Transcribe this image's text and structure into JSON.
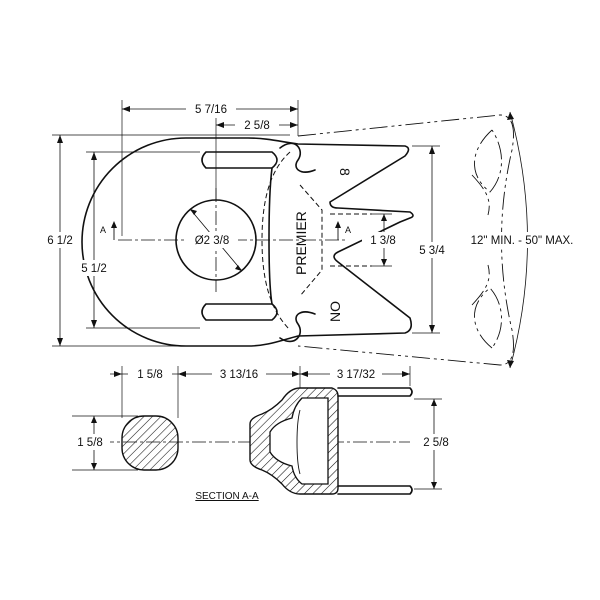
{
  "drawing": {
    "section_title": "SECTION A-A",
    "top_view": {
      "dim_overall_length": "5 7/16",
      "dim_fork_to_center": "2 5/8",
      "dim_overall_height": "6 1/2",
      "dim_inner_height": "5 1/2",
      "dim_bore": "Ø2 3/8",
      "dim_slot_gap": "1 3/8",
      "dim_fork_span": "5 3/4",
      "note_length_range": "12\" MIN. - 50\" MAX.",
      "section_marker": "A",
      "stamp_brand": "PREMIER",
      "stamp_model": "NO",
      "stamp_number": "8"
    },
    "section_view": {
      "dim_bar_width": "1 5/8",
      "dim_bar_spacing": "3 13/16",
      "dim_fork_length": "3 17/32",
      "dim_bar_height": "1 5/8",
      "dim_fork_height": "2 5/8"
    }
  }
}
